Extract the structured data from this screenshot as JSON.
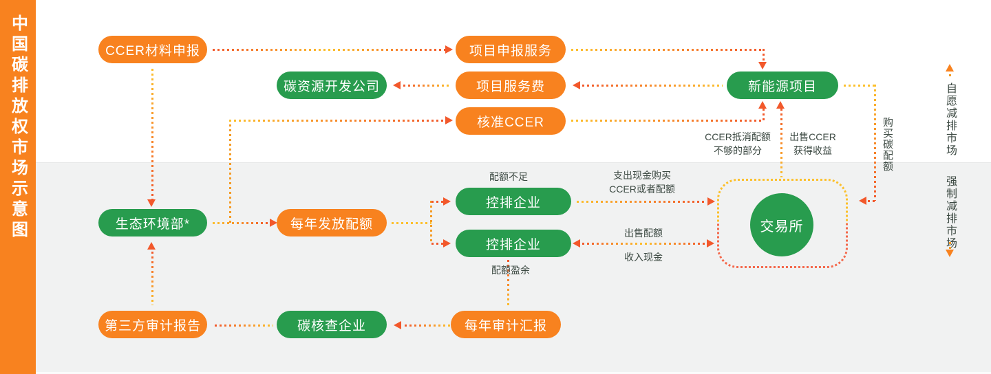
{
  "sidebar": {
    "title": "中国碳排放权市场示意图"
  },
  "sections": {
    "voluntary_label": "自愿减排市场",
    "mandatory_label": "强制减排市场"
  },
  "nodes": {
    "ccer_material": "CCER材料申报",
    "project_apply": "项目申报服务",
    "carbon_dev_co": "碳资源开发公司",
    "project_fee": "项目服务费",
    "approved_ccer": "核准CCER",
    "new_energy": "新能源项目",
    "moee": "生态环境部*",
    "annual_quota": "每年发放配额",
    "ctrl_ent_1": "控排企业",
    "ctrl_ent_2": "控排企业",
    "exchange": "交易所",
    "third_party_audit": "第三方审计报告",
    "carbon_verify": "碳核查企业",
    "annual_audit": "每年审计汇报"
  },
  "annotations": {
    "quota_short": "配额不足",
    "quota_surplus": "配额盈余",
    "pay_cash_line1": "支出现金购买",
    "pay_cash_line2": "CCER或者配额",
    "sell_quota": "出售配额",
    "income_cash": "收入现金",
    "ccer_offset_line1": "CCER抵消配额",
    "ccer_offset_line2": "不够的部分",
    "sell_ccer_line1": "出售CCER",
    "sell_ccer_line2": "获得收益",
    "buy_quota": "购买碳配额"
  },
  "colors": {
    "orange": "#f8821f",
    "green": "#289c4e",
    "line_red": "#f2582b",
    "line_orange": "#f59b24",
    "line_yellow": "#fcc02c",
    "text_dark": "#3d4a43",
    "bg_gray": "#f1f2f2"
  }
}
